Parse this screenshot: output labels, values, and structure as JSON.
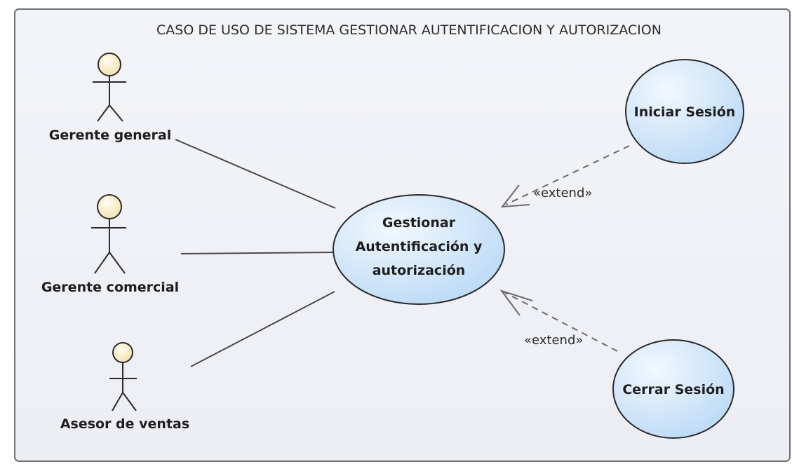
{
  "boundary": {
    "title": "CASO DE USO DE SISTEMA GESTIONAR AUTENTIFICACION Y AUTORIZACION"
  },
  "actors": [
    {
      "label": "Gerente general"
    },
    {
      "label": "Gerente comercial"
    },
    {
      "label": "Asesor de ventas"
    }
  ],
  "use_cases": {
    "main": {
      "lines": [
        "Gestionar",
        "Autentificación y",
        "autorización"
      ]
    },
    "login": {
      "label": "Iniciar Sesión"
    },
    "logout": {
      "label": "Cerrar Sesión"
    }
  },
  "relations": {
    "extend_login": "«extend»",
    "extend_logout": "«extend»"
  },
  "colors": {
    "usecase_fill_light": "#f2f8fe",
    "usecase_fill_dark": "#b9d9f5",
    "actor_head_light": "#fffdf0",
    "actor_head_dark": "#f3dfa8",
    "boundary_fill": "#eef0f6"
  }
}
